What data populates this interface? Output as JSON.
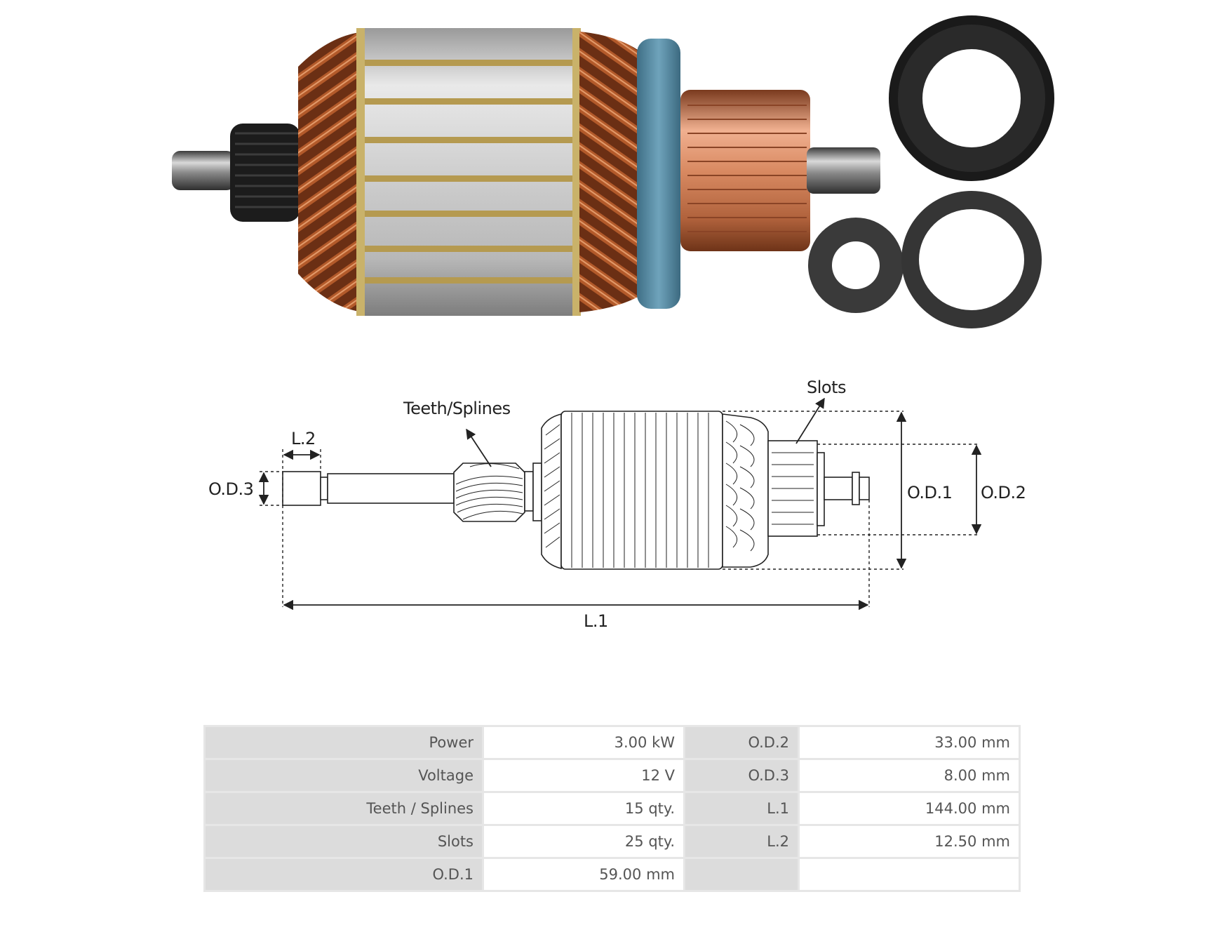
{
  "diagram": {
    "labels": {
      "teeth": "Teeth/Splines",
      "slots": "Slots",
      "l2": "L.2",
      "od3": "O.D.3",
      "od1": "O.D.1",
      "od2": "O.D.2",
      "l1": "L.1"
    }
  },
  "specs": {
    "rows": [
      {
        "k1": "Power",
        "v1": "3.00 kW",
        "k2": "O.D.2",
        "v2": "33.00 mm"
      },
      {
        "k1": "Voltage",
        "v1": "12 V",
        "k2": "O.D.3",
        "v2": "8.00 mm"
      },
      {
        "k1": "Teeth / Splines",
        "v1": "15 qty.",
        "k2": "L.1",
        "v2": "144.00 mm"
      },
      {
        "k1": "Slots",
        "v1": "25 qty.",
        "k2": "L.2",
        "v2": "12.50 mm"
      },
      {
        "k1": "O.D.1",
        "v1": "59.00 mm",
        "k2": "",
        "v2": ""
      }
    ]
  }
}
